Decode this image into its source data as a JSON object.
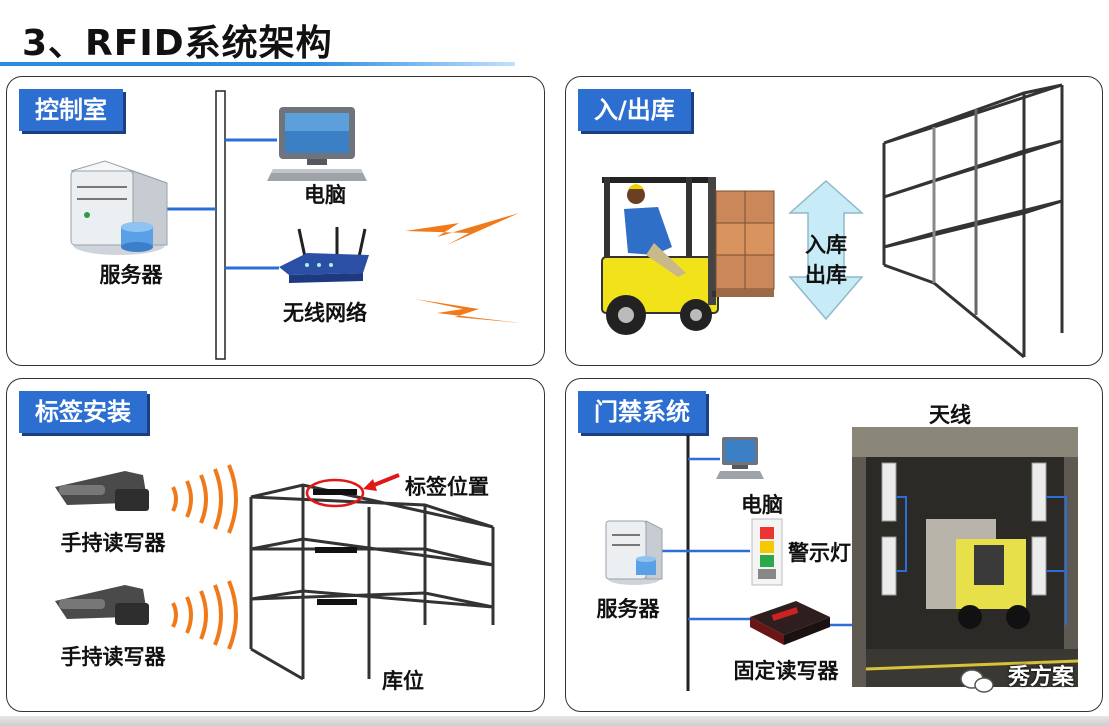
{
  "page_title": "3、RFID系统架构",
  "panels": {
    "control_room": {
      "title": "控制室",
      "computer_label": "电脑",
      "server_label": "服务器",
      "wireless_label": "无线网络"
    },
    "inout": {
      "title": "入/出库",
      "arrow_in": "入库",
      "arrow_out": "出库"
    },
    "tag_install": {
      "title": "标签安装",
      "reader1_label": "手持读写器",
      "reader2_label": "手持读写器",
      "tag_position_label": "标签位置",
      "rack_label": "库位"
    },
    "access": {
      "title": "门禁系统",
      "antenna_label": "天线",
      "computer_label": "电脑",
      "alarm_label": "警示灯",
      "server_label": "服务器",
      "fixed_reader_label": "固定读写器"
    }
  },
  "watermark": "秀方案",
  "colors": {
    "title_bar": "#2d6fd0",
    "connector": "#2b6fd6",
    "signal": "#f07a1a",
    "forklift": "#f2e21a",
    "arrow_fill": "#c8ecf7"
  }
}
